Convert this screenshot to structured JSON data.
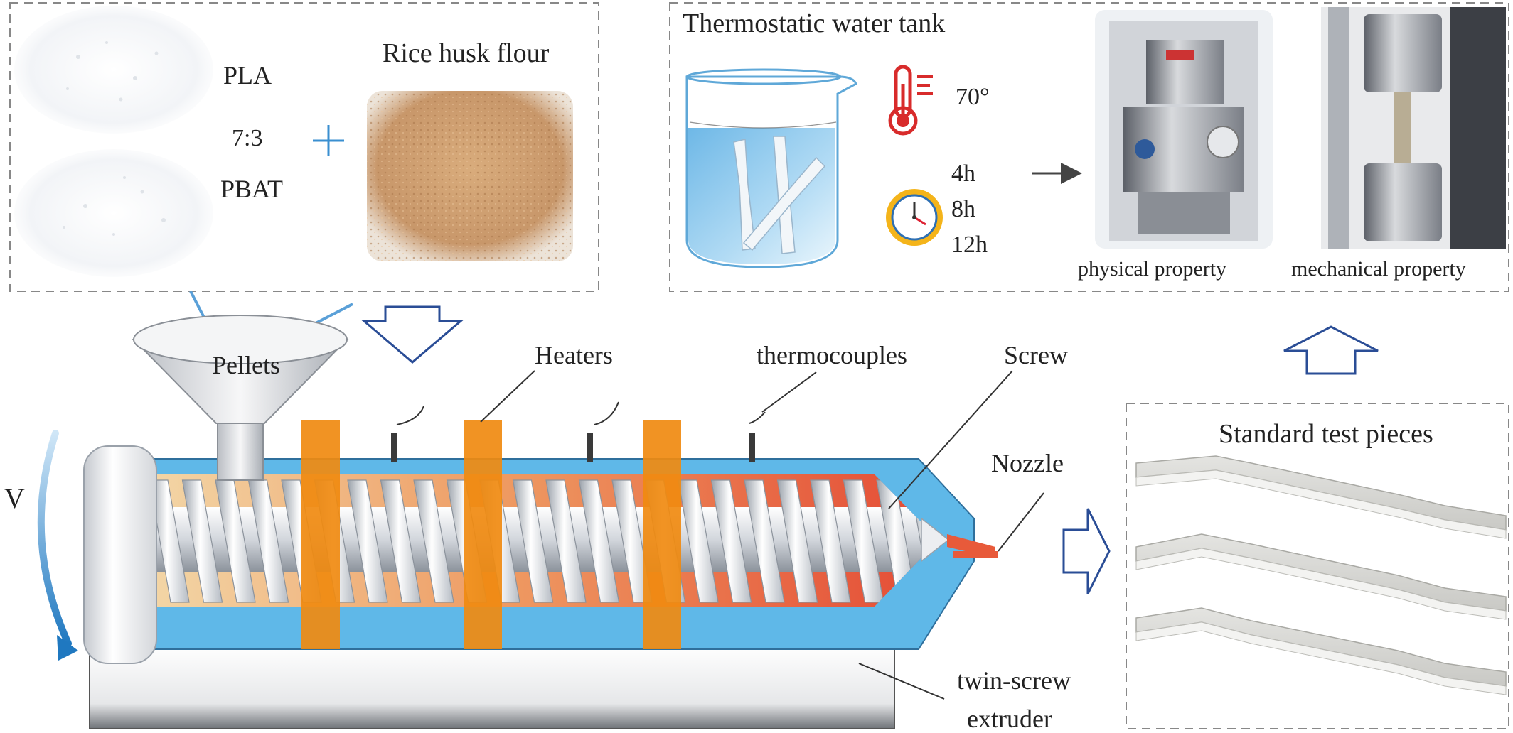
{
  "materials": {
    "pla": "PLA",
    "ratio": "7:3",
    "pbat": "PBAT",
    "rice_husk_flour": "Rice husk flour"
  },
  "water_tank": {
    "title": "Thermostatic water tank",
    "temperature": "70°",
    "durations": [
      "4h",
      "8h",
      "12h"
    ]
  },
  "testing": {
    "physical": "physical property",
    "mechanical": "mechanical property"
  },
  "extruder": {
    "pellets": "Pellets",
    "heaters": "Heaters",
    "thermocouples": "thermocouples",
    "screw": "Screw",
    "nozzle": "Nozzle",
    "velocity": "V",
    "name_line1": "twin-screw",
    "name_line2": "extruder"
  },
  "test_pieces": {
    "title": "Standard test pieces"
  },
  "colors": {
    "arrow_outline": "#2a4d96",
    "feed_arrow": "#5aa0d8",
    "heater": "#f08a10",
    "barrel_blue": "#5fb8e8",
    "melt_red": "#e85a3a",
    "water": "#8ccbee",
    "frame_dash": "#888888"
  }
}
